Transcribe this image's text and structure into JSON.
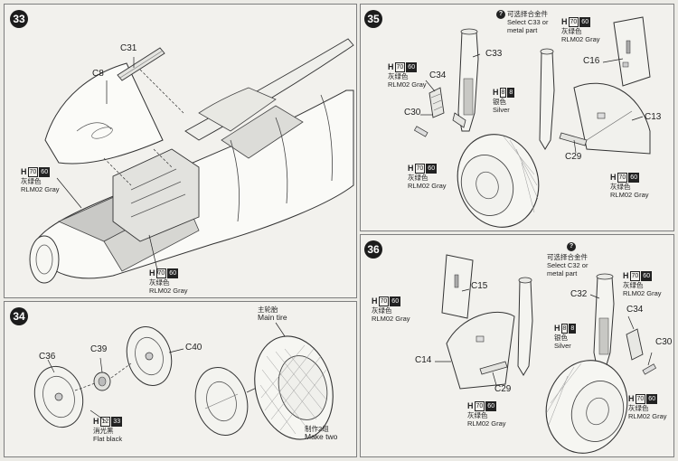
{
  "steps": {
    "s33": {
      "number": "33",
      "parts": {
        "c31": "C31",
        "c8": "C8"
      },
      "paint1": {
        "code": "H",
        "box1": "70",
        "box2": "60",
        "name_cn": "灰绿色",
        "name": "RLM02 Gray"
      },
      "paint2": {
        "code": "H",
        "box1": "70",
        "box2": "60",
        "name_cn": "灰绿色",
        "name": "RLM02 Gray"
      }
    },
    "s34": {
      "number": "34",
      "parts": {
        "c39": "C39",
        "c40": "C40",
        "c36": "C36"
      },
      "main_tire_cn": "主轮胎",
      "main_tire": "Main tire",
      "paint": {
        "code": "H",
        "box1": "12",
        "box2": "33",
        "name_cn": "消光黑",
        "name": "Flat black"
      },
      "make_two_cn": "制作2组",
      "make_two": "Make two"
    },
    "s35": {
      "number": "35",
      "option": {
        "cn": "可选择合金件",
        "line1": "Select C33 or",
        "line2": "metal part",
        "mark": "?"
      },
      "parts": {
        "c33": "C33",
        "c34": "C34",
        "c30": "C30",
        "c16": "C16",
        "c13": "C13",
        "c29": "C29"
      },
      "paint_gray_top": {
        "code": "H",
        "box1": "70",
        "box2": "60",
        "name_cn": "灰绿色",
        "name": "RLM02 Gray"
      },
      "paint_gray_left": {
        "code": "H",
        "box1": "70",
        "box2": "60",
        "name_cn": "灰绿色",
        "name": "RLM02 Gray"
      },
      "paint_silver": {
        "code": "H",
        "box1": "8",
        "box2": "8",
        "name_cn": "银色",
        "name": "Silver"
      },
      "paint_gray_mid": {
        "code": "H",
        "box1": "70",
        "box2": "60",
        "name_cn": "灰绿色",
        "name": "RLM02 Gray"
      },
      "paint_gray_right": {
        "code": "H",
        "box1": "70",
        "box2": "60",
        "name_cn": "灰绿色",
        "name": "RLM02 Gray"
      }
    },
    "s36": {
      "number": "36",
      "option": {
        "cn": "可选择合金件",
        "line1": "Select C32 or",
        "line2": "metal part",
        "mark": "?"
      },
      "parts": {
        "c15": "C15",
        "c14": "C14",
        "c29": "C29",
        "c32": "C32",
        "c34": "C34",
        "c30": "C30"
      },
      "paint_gray_left": {
        "code": "H",
        "box1": "70",
        "box2": "60",
        "name_cn": "灰绿色",
        "name": "RLM02 Gray"
      },
      "paint_gray_bottom": {
        "code": "H",
        "box1": "70",
        "box2": "60",
        "name_cn": "灰绿色",
        "name": "RLM02 Gray"
      },
      "paint_gray_top": {
        "code": "H",
        "box1": "70",
        "box2": "60",
        "name_cn": "灰绿色",
        "name": "RLM02 Gray"
      },
      "paint_silver": {
        "code": "H",
        "box1": "8",
        "box2": "8",
        "name_cn": "银色",
        "name": "Silver"
      },
      "paint_gray_right": {
        "code": "H",
        "box1": "70",
        "box2": "60",
        "name_cn": "灰绿色",
        "name": "RLM02 Gray"
      }
    }
  }
}
